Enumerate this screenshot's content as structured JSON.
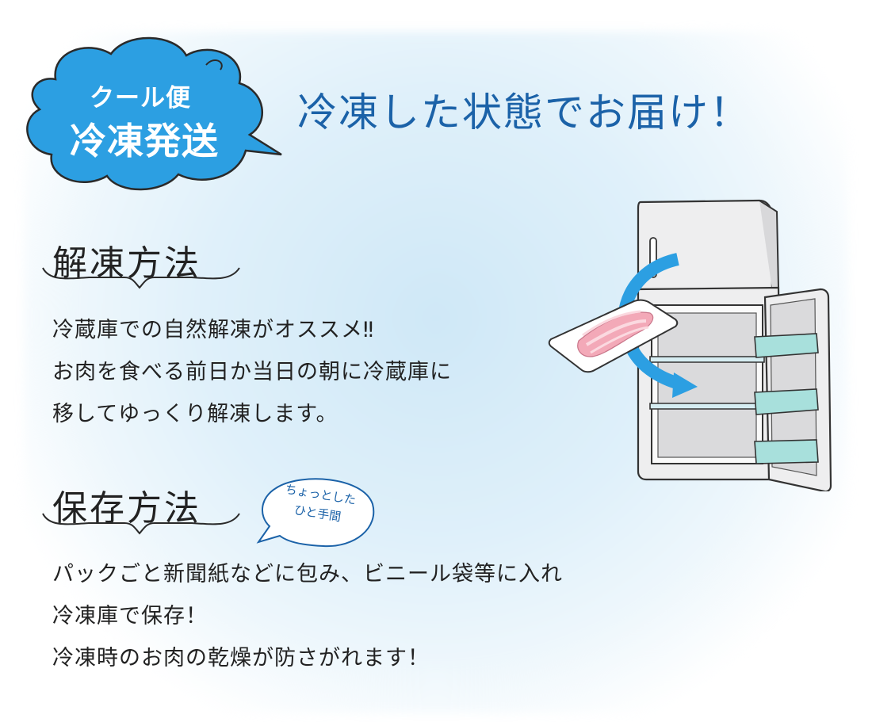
{
  "badge": {
    "line1": "クール便",
    "line2": "冷凍発送",
    "color": "#2c9fe2"
  },
  "headline": "冷凍した状態でお届け！",
  "thaw": {
    "title": "解凍方法",
    "lines": [
      "冷蔵庫での自然解凍がオススメ‼",
      "お肉を食べる前日か当日の朝に冷蔵庫に",
      "移してゆっくり解凍します。"
    ]
  },
  "storage": {
    "title": "保存方法",
    "tip": [
      "ちょっとした",
      "ひと手間"
    ],
    "lines": [
      "パックごと新聞紙などに包み、ビニール袋等に入れ",
      "冷凍庫で保存！",
      "冷凍時のお肉の乾燥が防さがれます！"
    ]
  },
  "illustration": {
    "subject": "refrigerator-with-meat-pack",
    "arrow_color": "#2c9fe2"
  }
}
